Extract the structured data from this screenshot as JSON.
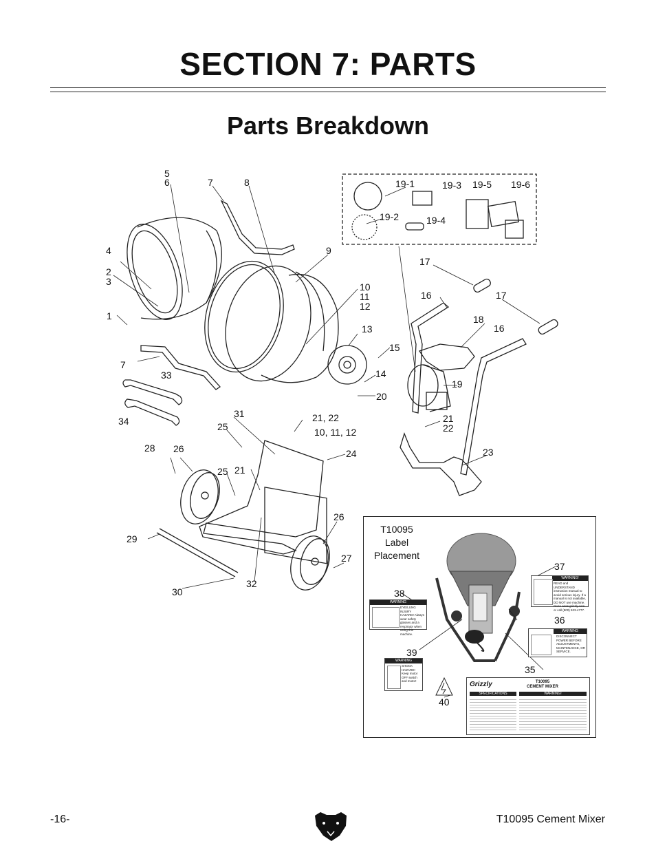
{
  "header": {
    "section_title": "SECTION 7: PARTS",
    "subtitle": "Parts Breakdown"
  },
  "callouts": {
    "c5": "5",
    "c6": "6",
    "c7a": "7",
    "c8": "8",
    "c4": "4",
    "c2": "2",
    "c3": "3",
    "c9": "9",
    "c1": "1",
    "c10_11_12a": [
      "10",
      "11",
      "12"
    ],
    "c13": "13",
    "c7b": "7",
    "c33": "33",
    "c34": "34",
    "c15": "15",
    "c14": "14",
    "c20": "20",
    "c19_1": "19-1",
    "c19_3": "19-3",
    "c19_5": "19-5",
    "c19_6": "19-6",
    "c19_2": "19-2",
    "c19_4": "19-4",
    "c17a": "17",
    "c16a": "16",
    "c17b": "17",
    "c18": "18",
    "c16b": "16",
    "c19": "19",
    "c21_22a": "21, 22",
    "c10_11_12b": "10, 11, 12",
    "c31": "31",
    "c25a": "25",
    "c21_22b": [
      "21",
      "22"
    ],
    "c28": "28",
    "c26a": "26",
    "c24": "24",
    "c23": "23",
    "c25b": "25",
    "c21": "21",
    "c26b": "26",
    "c29": "29",
    "c27": "27",
    "c30": "30",
    "c32": "32"
  },
  "label_placement": {
    "heading": [
      "T10095",
      "Label",
      "Placement"
    ],
    "callouts": {
      "c37": "37",
      "c38": "38",
      "c36": "36",
      "c39": "39",
      "c35": "35",
      "c40": "40"
    },
    "decal_37": {
      "header": "WARNING!",
      "text": "READ and UNDERSTAND instruction manual to avoid serious injury. If a manual is not available, DO NOT use machine. Go to www.grizzly.com or call (800) 523-4777."
    },
    "decal_38": {
      "header": "WARNING",
      "text": "EYE/LUNG INJURY HAZARD! Always wear safety glasses and a respirator when using this machine."
    },
    "decal_36": {
      "header": "WARNING",
      "text": "DISCONNECT POWER BEFORE ADJUSTMENTS, MAINTENANCE, OR SERVICE."
    },
    "decal_39": {
      "header": "WARNING",
      "text": "SHOCK HAZARD! Keep motor OFF switch and motor!"
    },
    "decal_35": {
      "brand": "Grizzly",
      "model": "T10095",
      "name": "CEMENT MIXER",
      "warning": "WARNING!",
      "specs": "SPECIFICATIONS"
    }
  },
  "footer": {
    "page_number": "-16-",
    "doc_title": "T10095 Cement Mixer"
  }
}
